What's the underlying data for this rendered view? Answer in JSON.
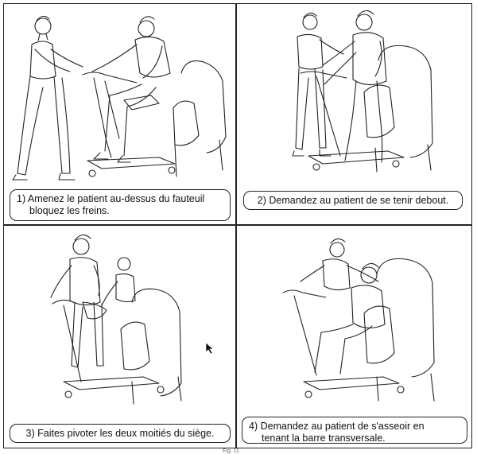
{
  "panels": [
    {
      "caption_lines": [
        "1) Amenez le patient au-dessus du fauteuil",
        "bloquez les freins."
      ]
    },
    {
      "caption_lines": [
        "2) Demandez au patient de se tenir debout."
      ]
    },
    {
      "caption_lines": [
        "3) Faites pivoter les deux moitiés du siège."
      ]
    },
    {
      "caption_lines": [
        "4) Demandez au patient de s'asseoir en",
        "tenant la barre transversale."
      ]
    }
  ],
  "footer": {
    "figure_label": "Fig. 11"
  },
  "colors": {
    "line": "#222222",
    "background": "#ffffff"
  }
}
